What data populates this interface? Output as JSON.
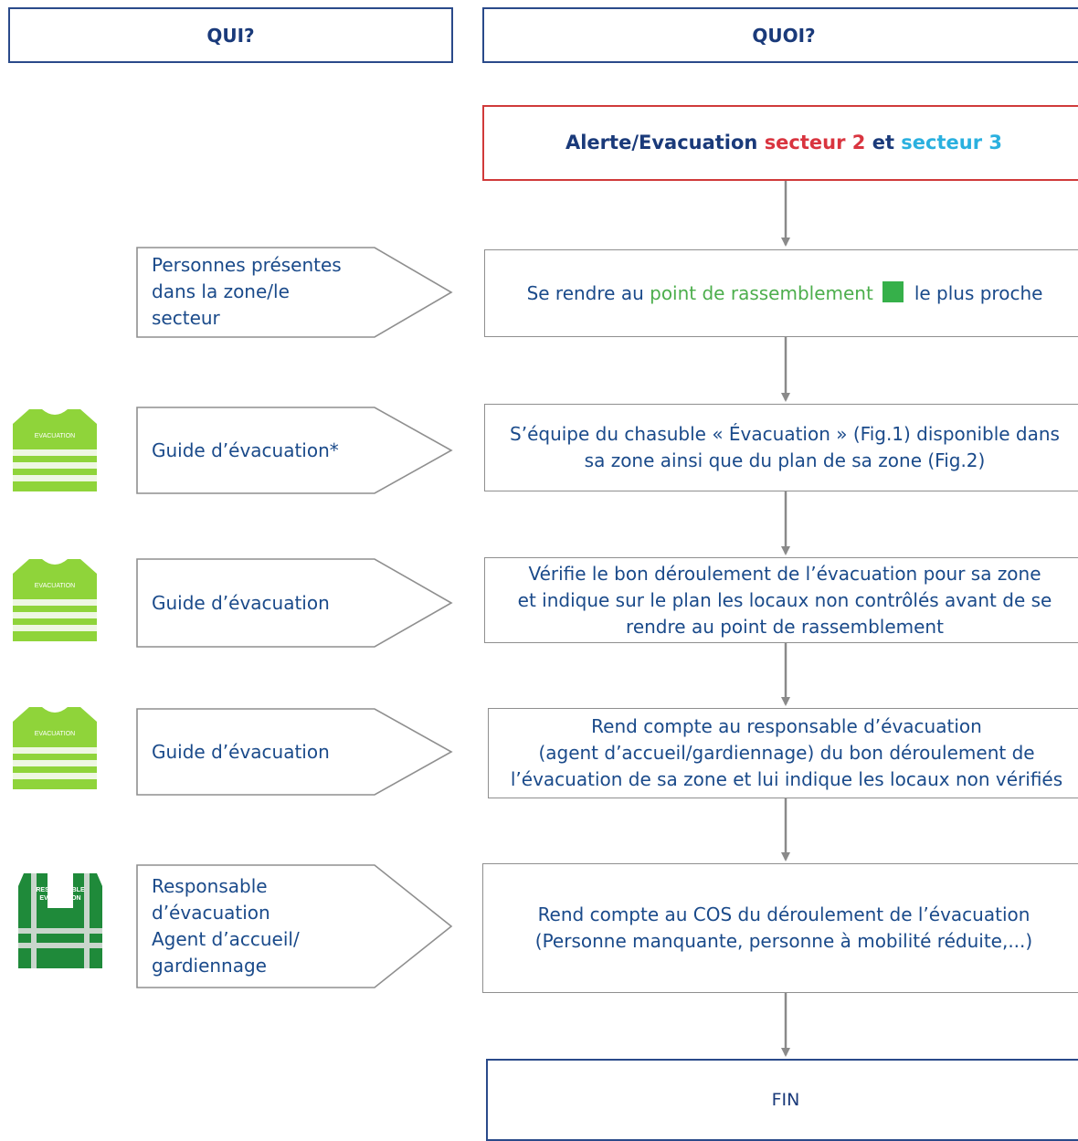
{
  "header": {
    "qui": "QUI?",
    "quoi": "QUOI?"
  },
  "steps": {
    "alert": {
      "prefix": "Alerte/Evacuation ",
      "sector_2": "secteur 2",
      "connector": " et ",
      "sector_3": "secteur 3"
    },
    "rally": {
      "prefix": "Se rendre au ",
      "highlight": "point de rassemblement",
      "suffix": "le plus proche"
    },
    "equip": {
      "line1": "S’équipe du chasuble « Évacuation » (Fig.1) disponible dans",
      "line2": "sa zone ainsi que du plan de sa zone (Fig.2)"
    },
    "verify": {
      "line1": "Vérifie le bon déroulement de l’évacuation pour sa zone",
      "line2": "et indique sur le plan les locaux non contrôlés avant de se",
      "line3": "rendre au point de rassemblement"
    },
    "report_manager": {
      "line1": "Rend compte au responsable d’évacuation",
      "line2": "(agent d’accueil/gardiennage) du bon déroulement de",
      "line3": "l’évacuation de sa zone et lui indique les locaux non vérifiés"
    },
    "report_cos": {
      "line1": "Rend compte au COS du déroulement de l’évacuation",
      "line2": "(Personne manquante, personne à mobilité réduite,...)"
    },
    "end": "FIN"
  },
  "actors": {
    "people": {
      "line1": "Personnes présentes",
      "line2": "dans la zone/le",
      "line3": "secteur"
    },
    "guide_1": "Guide d’évacuation*",
    "guide_2": "Guide d’évacuation",
    "guide_3": "Guide d’évacuation",
    "manager": {
      "line1": "Responsable",
      "line2": "d’évacuation",
      "line3": "Agent d’accueil/",
      "line4": "gardiennage"
    }
  },
  "vests": {
    "light": {
      "text": "EVACUATION",
      "color": "#8fd43a"
    },
    "dark": {
      "text_line1": "RESPONSABLE",
      "text_line2": "EVACUATION",
      "color": "#1f8a3a"
    }
  },
  "colors": {
    "navy": "#1a3a7a",
    "red": "#d9343f",
    "cyan": "#2ab0df",
    "green": "#4cae4c",
    "arrow": "#8a8a8a"
  }
}
